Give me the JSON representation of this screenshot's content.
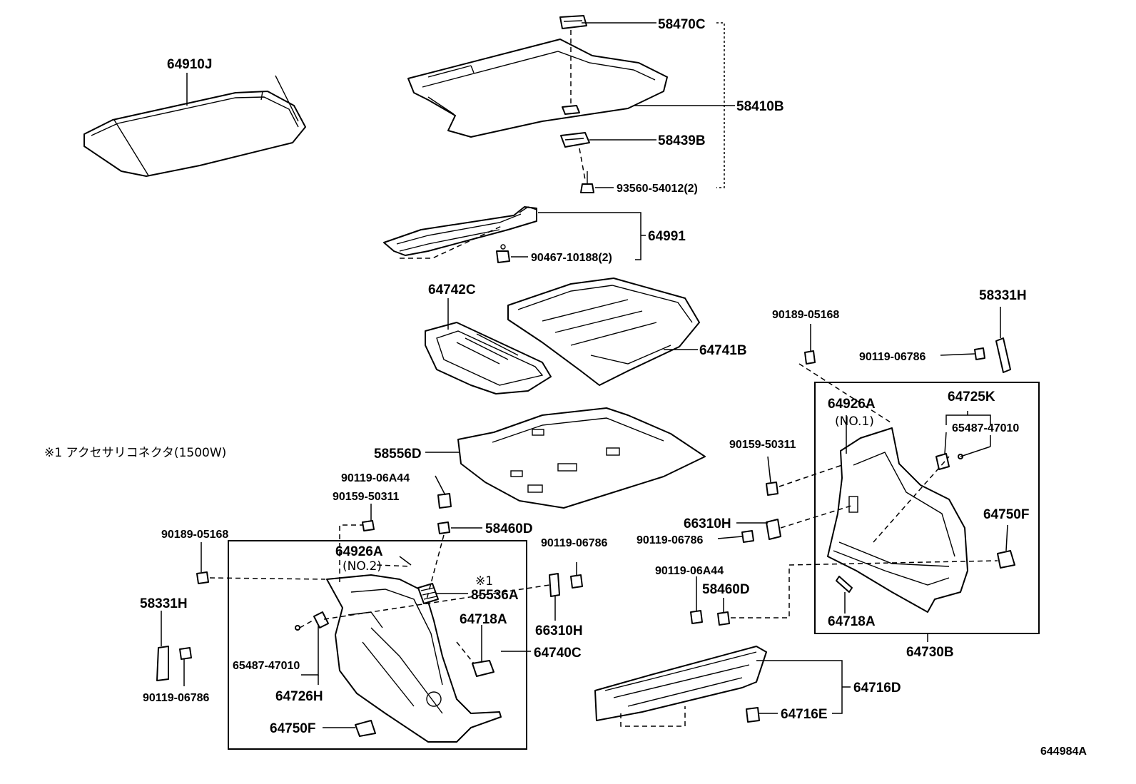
{
  "diagram": {
    "drawing_id": "644984A",
    "note": "※1 アクセサリコネクタ(1500W)",
    "parts": {
      "p_64910J": "64910J",
      "p_58470C": "58470C",
      "p_58410B": "58410B",
      "p_58439B": "58439B",
      "p_93560": "93560-54012(2)",
      "p_64991": "64991",
      "p_90467": "90467-10188(2)",
      "p_64742C": "64742C",
      "p_64741B": "64741B",
      "p_58556D": "58556D",
      "p_90119_06A44_a": "90119-06A44",
      "p_90159_50311_a": "90159-50311",
      "p_58460D_a": "58460D",
      "p_90189_05168_a": "90189-05168",
      "p_64926A_a": "64926A",
      "p_no2": "(NO.2)",
      "p_90119_06786_a": "90119-06786",
      "p_mark1": "※1",
      "p_85536A": "85536A",
      "p_58331H_a": "58331H",
      "p_64718A_a": "64718A",
      "p_66310H_a": "66310H",
      "p_65487_a": "65487-47010",
      "p_64740C": "64740C",
      "p_64726H": "64726H",
      "p_90119_06786_b": "90119-06786",
      "p_64750F_a": "64750F",
      "p_90189_05168_b": "90189-05168",
      "p_58331H_b": "58331H",
      "p_90119_06786_c": "90119-06786",
      "p_64926A_b": "64926A",
      "p_no1": "(NO.1)",
      "p_64725K": "64725K",
      "p_65487_b": "65487-47010",
      "p_90159_50311_b": "90159-50311",
      "p_66310H_b": "66310H",
      "p_90119_06786_d": "90119-06786",
      "p_64750F_b": "64750F",
      "p_90119_06A44_b": "90119-06A44",
      "p_58460D_b": "58460D",
      "p_64718A_b": "64718A",
      "p_64730B": "64730B",
      "p_64716D": "64716D",
      "p_64716E": "64716E"
    }
  }
}
